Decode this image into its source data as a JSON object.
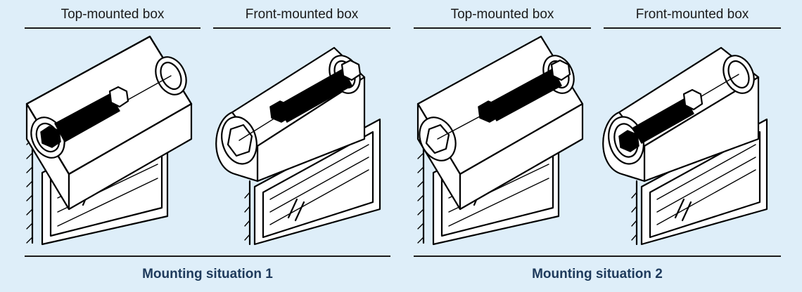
{
  "panels": [
    {
      "title": "Top-mounted box"
    },
    {
      "title": "Front-mounted box"
    },
    {
      "title": "Top-mounted box"
    },
    {
      "title": "Front-mounted box"
    }
  ],
  "groups": [
    {
      "label": "Mounting situation 1"
    },
    {
      "label": "Mounting situation 2"
    }
  ],
  "colors": {
    "background": "#deeef9",
    "group_label": "#1e3a5c",
    "line": "#000000"
  }
}
